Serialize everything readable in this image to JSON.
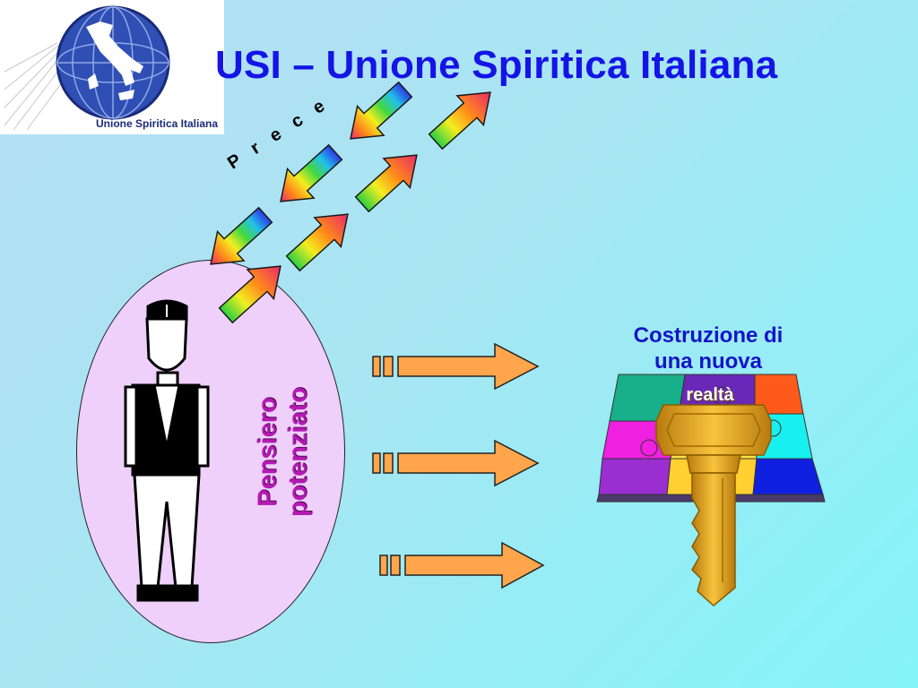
{
  "logo": {
    "label": "Unione Spiritica Italiana",
    "icon": "globe-italy-icon"
  },
  "title": "USI – Unione Spiritica Italiana",
  "prece": "P r e c e",
  "figure": {
    "icon": "person-icon"
  },
  "pensiero": {
    "line1": "Pensiero",
    "line2": "potenziato"
  },
  "costruzione": {
    "line1": "Costruzione di",
    "line2": "una nuova"
  },
  "realta": "realtà",
  "colors": {
    "title": "#1414e6",
    "pensiero": "#b41ab4",
    "costruzione": "#1414c8",
    "arrow_fill": "#ffa64d",
    "ellipse": "#eed0fa"
  }
}
